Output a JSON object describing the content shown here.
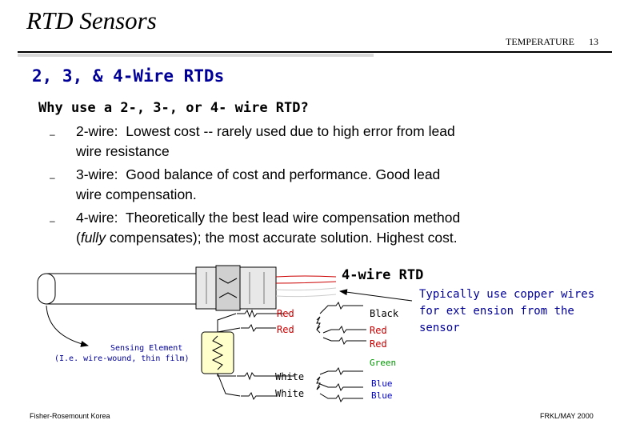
{
  "slide": {
    "title": "RTD Sensors",
    "topic": "TEMPERATURE",
    "page_number": "13",
    "subtitle": "2, 3, & 4-Wire RTDs",
    "question": "Why use a 2-, 3-, or 4- wire RTD?",
    "bullets": [
      {
        "key": "2-wire:",
        "lines": [
          "Lowest cost -- rarely used due to high error from lead",
          "wire resistance"
        ]
      },
      {
        "key": "3-wire:",
        "lines": [
          "Good balance of cost and performance.  Good lead",
          "wire compensation."
        ]
      },
      {
        "key": "4-wire:",
        "lines": [
          "Theoretically the best lead wire compensation method",
          "compensates); the most accurate solution.  Highest cost."
        ],
        "emph": "fully"
      }
    ],
    "bullet_glyph": "–",
    "footer_left": "Fisher-Rosemount Korea",
    "footer_right": "FRKL/MAY 2000"
  },
  "diagram": {
    "title": "4-wire RTD",
    "sensing_label_1": "Sensing Element",
    "sensing_label_2": "(I.e. wire-wound, thin film)",
    "note_lines": [
      "Typically use copper wires",
      "for ext ension from the",
      "sensor"
    ],
    "wire_labels": {
      "red1": "Red",
      "red2": "Red",
      "black": "Black",
      "red3": "Red",
      "red4": "Red",
      "white1": "White",
      "white2": "White",
      "green": "Green",
      "blue1": "Blue",
      "blue2": "Blue"
    },
    "colors": {
      "red": "#cc0000",
      "green": "#009900",
      "blue": "#0000cc",
      "title_blue": "#000099"
    }
  }
}
